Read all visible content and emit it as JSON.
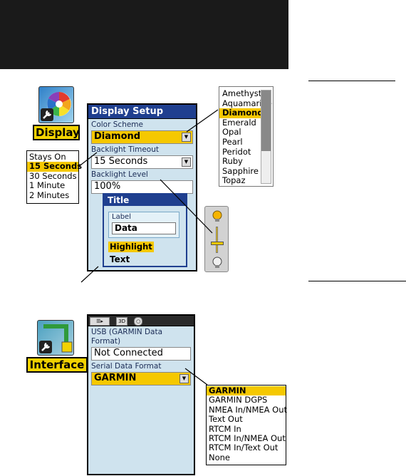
{
  "display_icon": {
    "label": "Display",
    "icon": "color-wheel-wrench-icon"
  },
  "interface_icon": {
    "label": "Interface",
    "icon": "interface-cable-wrench-icon"
  },
  "display_setup": {
    "title": "Display Setup",
    "color_scheme_label": "Color Scheme",
    "color_scheme_value": "Diamond",
    "backlight_timeout_label": "Backlight Timeout",
    "backlight_timeout_value": "15 Seconds",
    "backlight_level_label": "Backlight Level",
    "backlight_level_value": "100%",
    "sample": {
      "title": "Title",
      "label_caption": "Label",
      "label_value": "Data",
      "highlight": "Highlight",
      "text": "Text"
    }
  },
  "timeout_options": [
    "Stays On",
    "15 Seconds",
    "30 Seconds",
    "1 Minute",
    "2 Minutes"
  ],
  "timeout_selected": "15 Seconds",
  "color_schemes": [
    "Amethyst",
    "Aquamarine",
    "Diamond",
    "Emerald",
    "Opal",
    "Pearl",
    "Peridot",
    "Ruby",
    "Sapphire",
    "Topaz"
  ],
  "color_scheme_selected": "Diamond",
  "backlight_slider": {
    "level_percent": 100,
    "top_icon": "bulb-bright-icon",
    "bottom_icon": "bulb-dim-icon"
  },
  "interface_setup": {
    "usb_label": "USB (GARMIN Data Format)",
    "usb_value": "Not Connected",
    "serial_label": "Serial Data Format",
    "serial_value": "GARMIN"
  },
  "serial_formats": [
    "GARMIN",
    "GARMIN DGPS",
    "NMEA In/NMEA Out",
    "Text Out",
    "RTCM In",
    "RTCM In/NMEA Out",
    "RTCM In/Text Out",
    "None"
  ],
  "serial_selected": "GARMIN",
  "colors": {
    "highlight": "#f5c800",
    "title_bar": "#1f3f8f",
    "panel": "#cfe3ee",
    "header_bar": "#1a1a1a"
  }
}
